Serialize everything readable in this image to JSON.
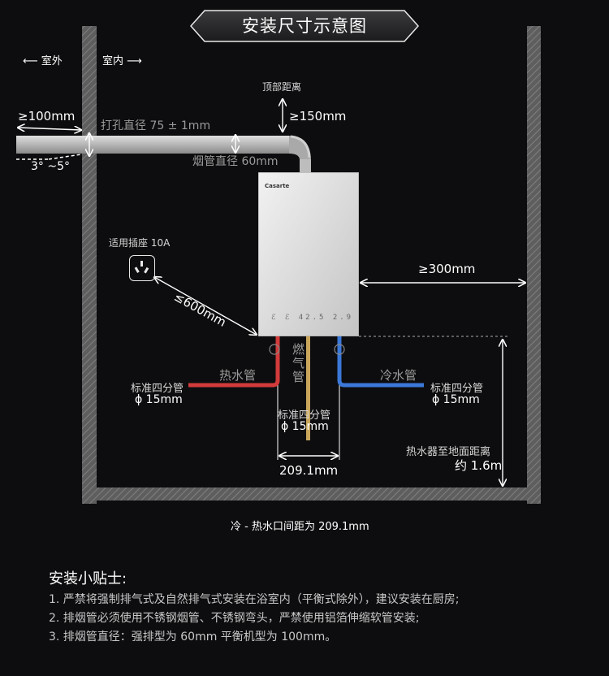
{
  "title": "安装尺寸示意图",
  "labels": {
    "outdoor": "室外",
    "indoor": "室内",
    "top_distance": "顶部距离",
    "top_min": "≥150mm",
    "pipe_outside": "≥100mm",
    "drill_diameter": "打孔直径 75 ± 1mm",
    "flue_diameter": "烟管直径 60mm",
    "slope": "3° ~5°",
    "socket": "适用插座 10A",
    "socket_distance": "≤600mm",
    "side_min": "≥300mm",
    "hot_pipe": "热水管",
    "gas_pipe": "燃\n气\n管",
    "cold_pipe": "冷水管",
    "std_pipe": "标准四分管",
    "pipe_size": "ϕ 15mm",
    "pipe_gap": "209.1mm",
    "floor_distance_label": "热水器至地面距离",
    "floor_distance": "约 1.6m",
    "spacing_note": "冷 - 热水口间距为 209.1mm"
  },
  "heater": {
    "brand": "Casarte",
    "display": "ℰ ℰ 42.5 2.9"
  },
  "tips": {
    "title": "安装小贴士:",
    "items": [
      "1. 严禁将强制排气式及自然排气式安装在浴室内（平衡式除外），建议安装在厨房;",
      "2. 排烟管必须使用不锈钢烟管、不锈钢弯头，严禁使用铝箔伸缩软管安装;",
      "3. 排烟管直径：强排型为 60mm 平衡机型为 100mm。"
    ]
  },
  "colors": {
    "background": "#0d0d0f",
    "wall": "#6f6f6f",
    "hot": "#d23b3b",
    "cold": "#3b78d8",
    "gas": "#c8a55a"
  }
}
